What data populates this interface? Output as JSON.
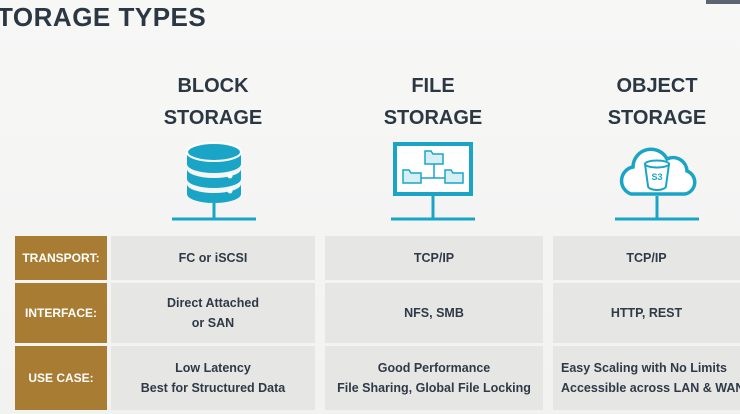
{
  "title": "TORAGE TYPES",
  "columns": [
    {
      "line1": "BLOCK",
      "line2": "STORAGE",
      "icon": "database-icon"
    },
    {
      "line1": "FILE",
      "line2": "STORAGE",
      "icon": "folder-tree-icon"
    },
    {
      "line1": "OBJECT",
      "line2": "STORAGE",
      "icon": "cloud-s3-icon",
      "icon_text": "S3"
    }
  ],
  "rows": [
    {
      "label": "TRANSPORT:",
      "cells": [
        [
          "FC or iSCSI"
        ],
        [
          "TCP/IP"
        ],
        [
          "TCP/IP"
        ]
      ]
    },
    {
      "label": "INTERFACE:",
      "cells": [
        [
          "Direct Attached",
          "or SAN"
        ],
        [
          "NFS, SMB"
        ],
        [
          "HTTP, REST"
        ]
      ]
    },
    {
      "label": "USE CASE:",
      "cells": [
        [
          "Low Latency",
          "Best for Structured Data"
        ],
        [
          "Good Performance",
          "File Sharing, Global File Locking"
        ],
        [
          "Easy Scaling with No Limits",
          "Accessible across LAN & WAN"
        ]
      ]
    }
  ],
  "colors": {
    "label_bg": "#a97c33",
    "cell_bg": "#e6e6e5",
    "icon": "#1aa5c7",
    "title": "#2c3744"
  }
}
